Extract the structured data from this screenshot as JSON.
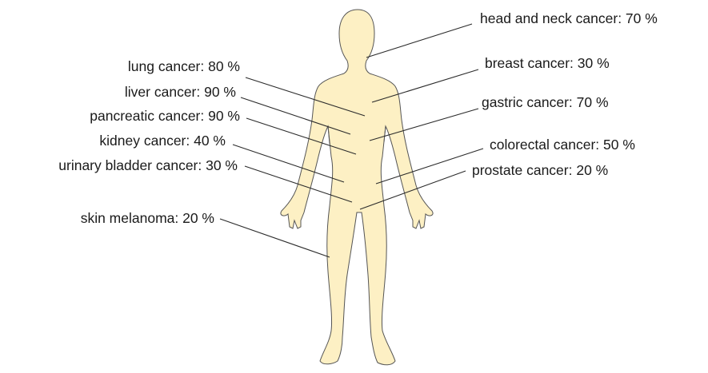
{
  "colors": {
    "body_fill": "#fdf0c4",
    "body_outline": "#555555",
    "line": "#2b2b2b",
    "text": "#1a1a1a"
  },
  "labels": {
    "head_neck": "head and neck cancer: 70 %",
    "breast": "breast cancer: 30 %",
    "gastric": "gastric cancer: 70 %",
    "colorectal": "colorectal cancer: 50 %",
    "prostate": "prostate cancer: 20 %",
    "lung": "lung cancer: 80 %",
    "liver": "liver cancer: 90 %",
    "pancreatic": "pancreatic cancer: 90 %",
    "kidney": "kidney cancer: 40 %",
    "bladder": "urinary bladder cancer: 30 %",
    "skin": "skin melanoma: 20 %"
  }
}
